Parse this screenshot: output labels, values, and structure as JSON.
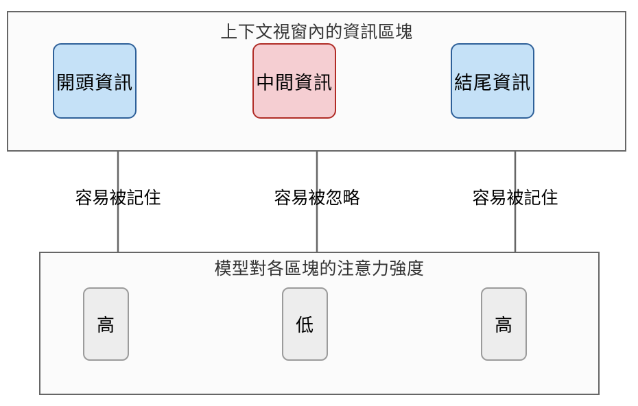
{
  "diagram": {
    "title_top": "上下文視窗內的資訊區塊",
    "title_bottom": "模型對各區塊的注意力強度",
    "context_nodes": [
      {
        "id": "begin",
        "label": "開頭資訊",
        "fill": "#c5e1f7",
        "stroke": "#2e6099"
      },
      {
        "id": "middle",
        "label": "中間資訊",
        "fill": "#f5ced2",
        "stroke": "#b02c26"
      },
      {
        "id": "end",
        "label": "結尾資訊",
        "fill": "#c5e1f7",
        "stroke": "#2e6099"
      }
    ],
    "edge_labels": [
      {
        "id": "edge-1",
        "label": "容易被記住"
      },
      {
        "id": "edge-2",
        "label": "容易被忽略"
      },
      {
        "id": "edge-3",
        "label": "容易被記住"
      }
    ],
    "attention_nodes": [
      {
        "id": "high-1",
        "label": "高",
        "fill": "#ededed",
        "stroke": "#9b9b9b"
      },
      {
        "id": "low",
        "label": "低",
        "fill": "#ededed",
        "stroke": "#9b9b9b"
      },
      {
        "id": "high-2",
        "label": "高",
        "fill": "#ededed",
        "stroke": "#9b9b9b"
      }
    ],
    "colors": {
      "container_border": "#666666",
      "container_fill": "#fbfbfb",
      "connector": "#666666",
      "title_text": "#333333",
      "label_text": "#000000",
      "page_background": "#ffffff"
    }
  }
}
